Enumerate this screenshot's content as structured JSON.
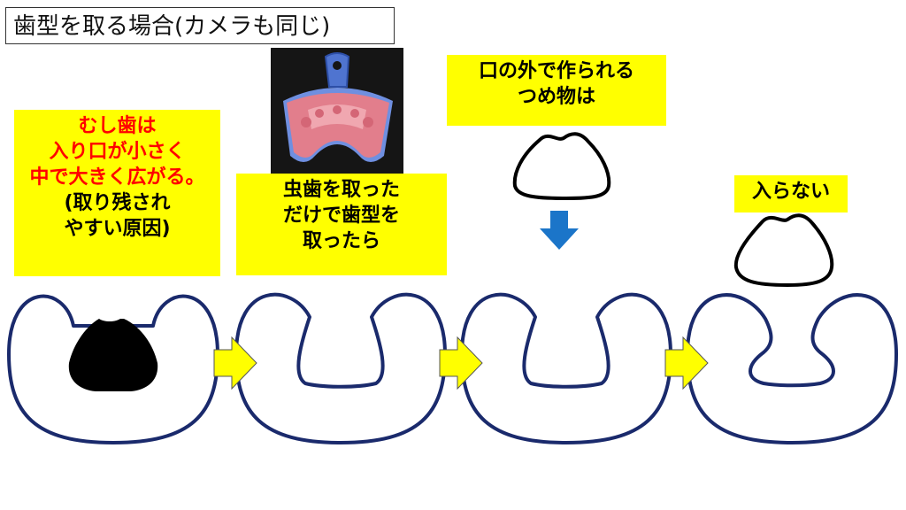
{
  "title": "歯型を取る場合(カメラも同じ)",
  "stage1": {
    "red_lines": [
      "むし歯は",
      "入り口が小さく",
      "中で大きく広がる。"
    ],
    "black_lines": [
      "(取り残され",
      "やすい原因)"
    ]
  },
  "stage2": {
    "lines": [
      "虫歯を取った",
      "だけで歯型を",
      "取ったら"
    ]
  },
  "stage3": {
    "lines": [
      "口の外で作られる",
      "つめ物は"
    ]
  },
  "stage4": {
    "lines": [
      "入らない"
    ]
  },
  "colors": {
    "highlight": "#ffff00",
    "outline": "#1a2a6c",
    "red_text": "#ff0000",
    "down_arrow": "#1b75c9",
    "right_arrow": "#ffff00",
    "tray_pink": "#e07a86",
    "tray_handle": "#5a7fd6"
  }
}
